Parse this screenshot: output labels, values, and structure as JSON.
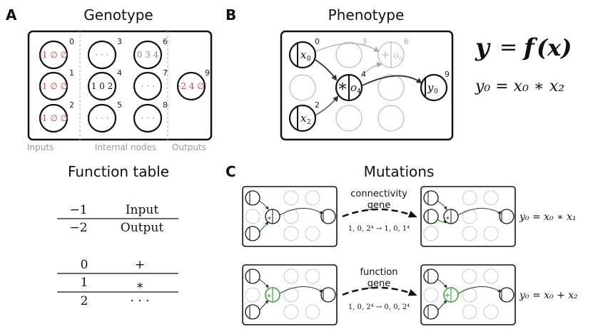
{
  "panels": {
    "a": {
      "letter": "A",
      "title": "Genotype",
      "section_inputs": "Inputs",
      "section_internal": "Internal nodes",
      "section_outputs": "Outputs"
    },
    "b": {
      "letter": "B",
      "title": "Phenotype"
    },
    "c": {
      "letter": "C",
      "title": "Mutations"
    },
    "table_title": "Function table"
  },
  "genotype_nodes": [
    {
      "idx": "0",
      "genes": "-1 ∅ ∅"
    },
    {
      "idx": "1",
      "genes": "-1 ∅ ∅"
    },
    {
      "idx": "2",
      "genes": "-1 ∅ ∅"
    },
    {
      "idx": "3",
      "genes": "· · ·"
    },
    {
      "idx": "4",
      "genes": "1 0 2"
    },
    {
      "idx": "5",
      "genes": "· · ·"
    },
    {
      "idx": "6",
      "genes": "0 3 4"
    },
    {
      "idx": "7",
      "genes": "· · ·"
    },
    {
      "idx": "8",
      "genes": "· · ·"
    },
    {
      "idx": "9",
      "genes": "-2 4 ∅"
    }
  ],
  "phenotype": {
    "node_labels": {
      "x0": "x",
      "x0_sub": "0",
      "x2": "x",
      "x2_sub": "2",
      "o4": "o",
      "o4_sub": "4",
      "op4": "*",
      "o6": "o",
      "o6_sub": "6",
      "op6": "+",
      "y0": "y",
      "y0_sub": "0"
    },
    "indices": [
      "0",
      "2",
      "3",
      "4",
      "6",
      "9"
    ]
  },
  "equations": {
    "main_lhs": "y",
    "main_eq": "=",
    "main_rhs_f": "f",
    "main_rhs_x": "(x)",
    "eq1": "y₀ = x₀ ∗ x₂",
    "eq_mut1": "y₀ = x₀ ∗ x₁",
    "eq_mut2": "y₀ = x₀ + x₂"
  },
  "function_table": {
    "group1": [
      {
        "code": "−1",
        "name": "Input"
      },
      {
        "code": "−2",
        "name": "Output"
      }
    ],
    "group2": [
      {
        "code": "0",
        "name": "+"
      },
      {
        "code": "1",
        "name": "∗"
      },
      {
        "code": "2",
        "name": "· · ·"
      }
    ]
  },
  "mutations": {
    "connectivity": {
      "label_line1": "connectivity",
      "label_line2": "gene",
      "change": "1, 0, 2⁴ → 1, 0, 1⁴"
    },
    "function": {
      "label_line1": "function",
      "label_line2": "gene",
      "change": "1, 0, 2⁴ → 0, 0, 2⁴"
    }
  },
  "colors": {
    "red_gene": "#c94a4a",
    "green_mutation": "#3fa142",
    "gray_inactive": "#bbbbbb"
  }
}
